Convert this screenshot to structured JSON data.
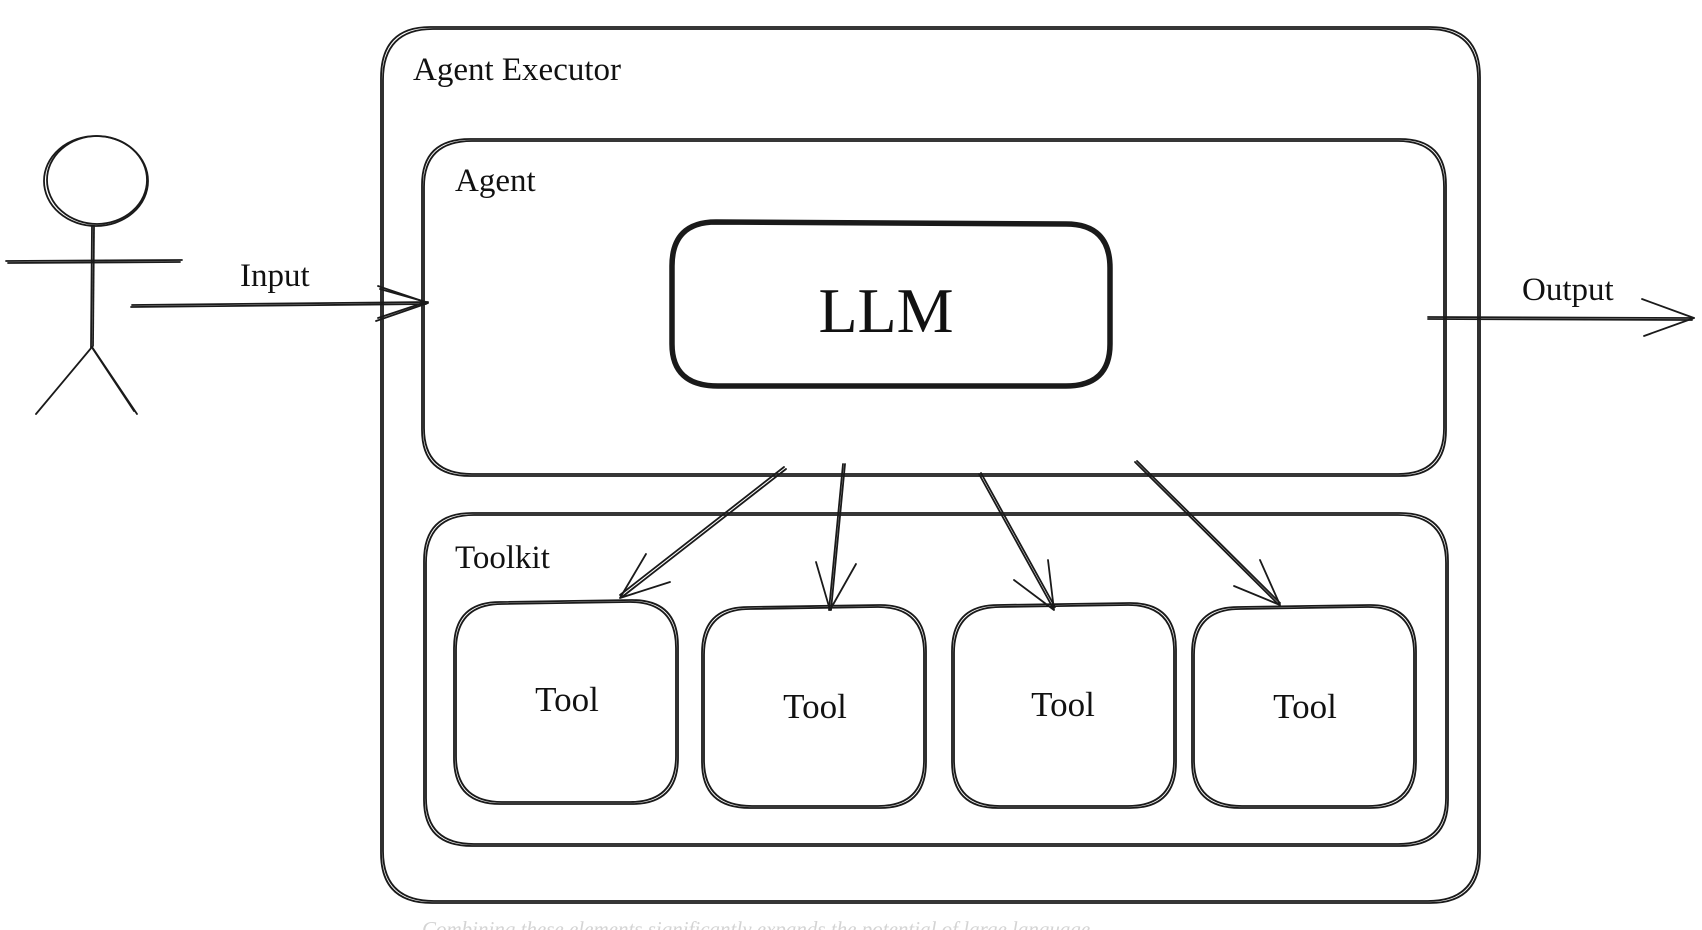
{
  "diagram": {
    "actor": {
      "icon": "stick-figure-user-icon"
    },
    "input_label": "Input",
    "output_label": "Output",
    "executor_label": "Agent Executor",
    "agent_label": "Agent",
    "llm_label": "LLM",
    "toolkit_label": "Toolkit",
    "tools": [
      {
        "label": "Tool"
      },
      {
        "label": "Tool"
      },
      {
        "label": "Tool"
      },
      {
        "label": "Tool"
      }
    ]
  },
  "caption": "Combining these elements significantly expands the potential of large language"
}
